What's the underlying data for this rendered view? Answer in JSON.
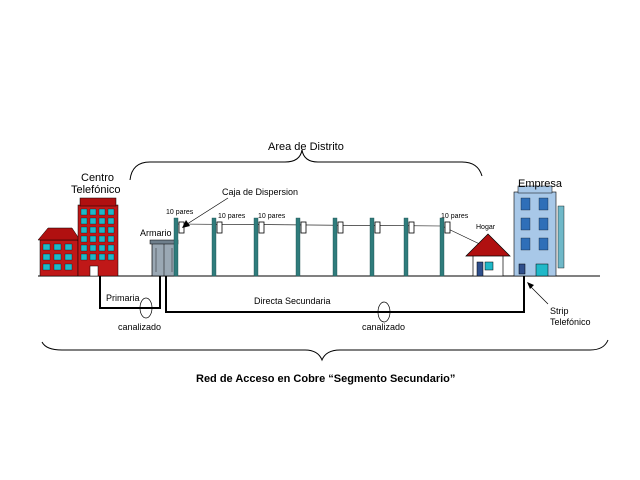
{
  "diagram": {
    "area_label": "Area de Distrito",
    "centro_label_1": "Centro",
    "centro_label_2": "Telefónico",
    "empresa_label": "Empresa",
    "caja_label": "Caja de Dispersion",
    "armario_label": "Armario",
    "hogar_label": "Hogar",
    "pares_label": "10 pares",
    "primaria_label": "Primaria",
    "directa_label": "Directa Secundaria",
    "canalizado_left": "canalizado",
    "canalizado_right": "canalizado",
    "strip_label_1": "Strip",
    "strip_label_2": "Telefónico",
    "caption": "Red de Acceso en Cobre “Segmento Secundario”"
  },
  "colors": {
    "window_cyan": "#1fb8c8",
    "pole_teal": "#2f7c7c",
    "roof_red": "#b01010",
    "building_red": "#c01818",
    "empresa_blue": "#a8c8e8",
    "cabinet_grey": "#9aa8b4"
  }
}
